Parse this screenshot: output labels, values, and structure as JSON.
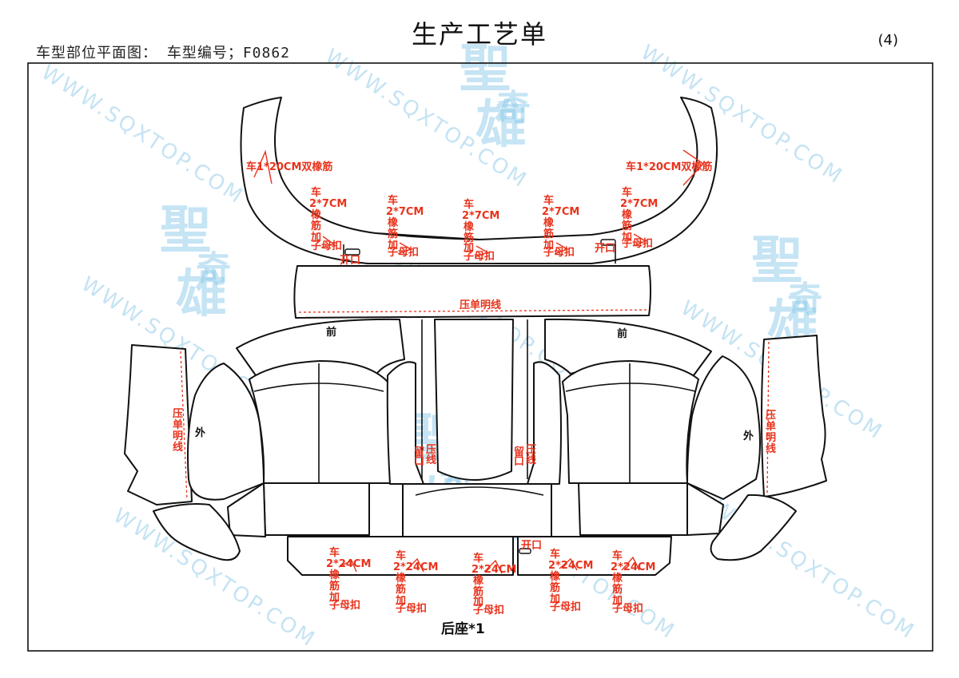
{
  "header": {
    "title": "生产工艺单",
    "subtitle": "车型部位平面图：  车型编号；F0862",
    "page_number": "(4)"
  },
  "watermark": {
    "url_text": "WWW.SQXTOP.COM",
    "logo_chars": [
      "聖",
      "奇",
      "雄"
    ]
  },
  "annotations": {
    "band_left": "车1*20CM双橡筋",
    "band_right": "车1*20CM双橡筋",
    "band_elastic": [
      "车",
      "2*7CM",
      "橡",
      "筋",
      "加",
      "子母扣"
    ],
    "opening": "开口",
    "press_line_long": "压单明线",
    "front": "前",
    "outer": "外",
    "press_line_vertical": [
      "压",
      "单",
      "明",
      "线"
    ],
    "reserve": [
      "留",
      "口"
    ],
    "press": [
      "压",
      "线"
    ],
    "lower_elastic": [
      "车",
      "2*24CM",
      "橡",
      "筋",
      "加",
      "子母扣"
    ],
    "caption": "后座*1"
  }
}
